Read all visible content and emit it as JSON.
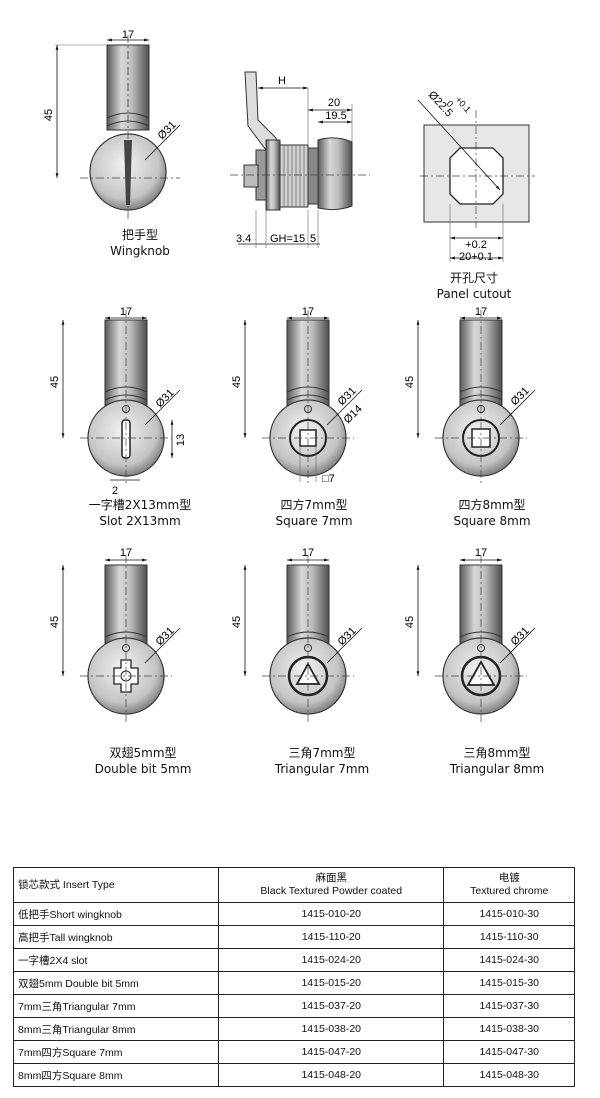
{
  "views": {
    "wingknob": {
      "label_cn": "把手型",
      "label_en": "Wingknob",
      "dim_width": "17",
      "dim_height": "45",
      "dim_dia": "Ø31"
    },
    "side": {
      "dim_h": "H",
      "dim_20": "20",
      "dim_195": "19.5",
      "dim_34": "3.4",
      "dim_gh": "GH=15",
      "dim_5": "5"
    },
    "cutout": {
      "label_cn": "开孔尺寸",
      "label_en": "Panel cutout",
      "dim_dia": "Ø22.5",
      "dim_tol": "+0.1",
      "dim_tol0": "0",
      "dim_plus02": "+0.2",
      "dim_20": "20+0.1"
    }
  },
  "variants": [
    {
      "label_cn": "一字槽2X13mm型",
      "label_en": "Slot 2X13mm",
      "dim_width": "17",
      "dim_height": "45",
      "dim_dia": "Ø31",
      "dim_extra1": "13",
      "dim_extra2": "2"
    },
    {
      "label_cn": "四方7mm型",
      "label_en": "Square 7mm",
      "dim_width": "17",
      "dim_height": "45",
      "dim_dia": "Ø31",
      "dim_extra1": "Ø14",
      "dim_extra2": "□7"
    },
    {
      "label_cn": "四方8mm型",
      "label_en": "Square 8mm",
      "dim_width": "17",
      "dim_height": "45",
      "dim_dia": "Ø31"
    },
    {
      "label_cn": "双翅5mm型",
      "label_en": "Double bit 5mm",
      "dim_width": "17",
      "dim_height": "45",
      "dim_dia": "Ø31"
    },
    {
      "label_cn": "三角7mm型",
      "label_en": "Triangular 7mm",
      "dim_width": "17",
      "dim_height": "45",
      "dim_dia": "Ø31"
    },
    {
      "label_cn": "三角8mm型",
      "label_en": "Triangular 8mm",
      "dim_width": "17",
      "dim_height": "45",
      "dim_dia": "Ø31"
    }
  ],
  "table": {
    "headers": [
      {
        "line1": "锁芯款式 Insert Type",
        "line2": ""
      },
      {
        "line1": "麻面黑",
        "line2": "Black Textured Powder coated"
      },
      {
        "line1": "电镀",
        "line2": "Textured chrome"
      }
    ],
    "rows": [
      [
        "低把手Short wingknob",
        "1415-010-20",
        "1415-010-30"
      ],
      [
        "高把手Tall wingknob",
        "1415-110-20",
        "1415-110-30"
      ],
      [
        "一字槽2X4 slot",
        "1415-024-20",
        "1415-024-30"
      ],
      [
        "双翅5mm Double bit 5mm",
        "1415-015-20",
        "1415-015-30"
      ],
      [
        "7mm三角Triangular 7mm",
        "1415-037-20",
        "1415-037-30"
      ],
      [
        "8mm三角Triangular 8mm",
        "1415-038-20",
        "1415-038-30"
      ],
      [
        "7mm四方Square 7mm",
        "1415-047-20",
        "1415-047-30"
      ],
      [
        "8mm四方Square 8mm",
        "1415-048-20",
        "1415-048-30"
      ]
    ]
  }
}
